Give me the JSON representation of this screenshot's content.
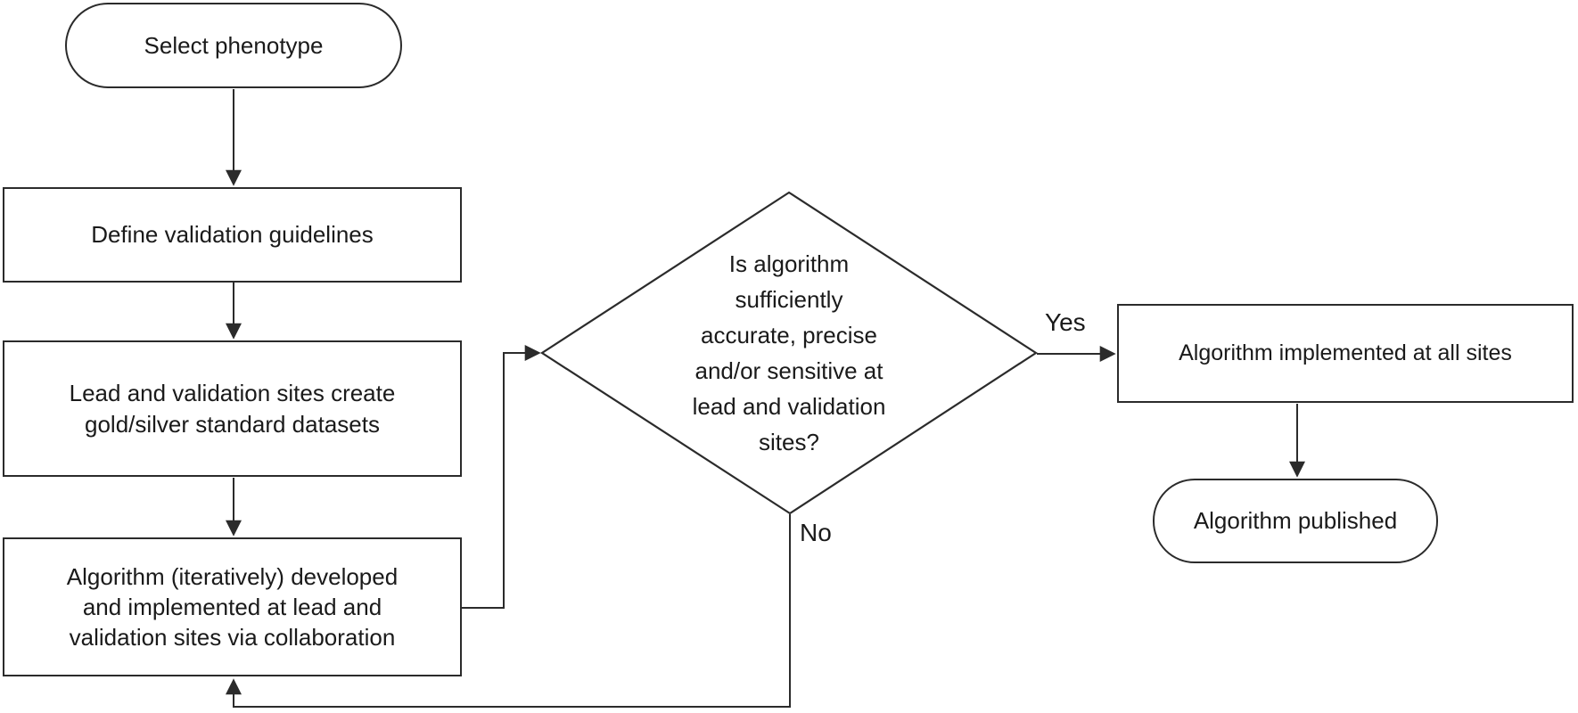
{
  "figure": {
    "background": "#ffffff",
    "stroke_color": "#2b2b2b",
    "text_color": "#1a1a1a",
    "nodes": {
      "start": {
        "type": "terminator",
        "label": "Select phenotype"
      },
      "define_guidelines": {
        "type": "process",
        "label": "Define validation guidelines"
      },
      "create_datasets": {
        "type": "process",
        "lines": [
          "Lead and validation sites create",
          "gold/silver standard datasets"
        ]
      },
      "develop_algorithm": {
        "type": "process",
        "lines": [
          "Algorithm (iteratively) developed",
          "and implemented at lead and",
          "validation sites via collaboration"
        ]
      },
      "decision": {
        "type": "decision",
        "lines": [
          "Is algorithm",
          "sufficiently",
          "accurate, precise",
          "and/or sensitive at",
          "lead and validation",
          "sites?"
        ]
      },
      "implement_all_sites": {
        "type": "process",
        "label": "Algorithm implemented at all sites"
      },
      "publish": {
        "type": "terminator",
        "label": "Algorithm published"
      }
    },
    "edge_labels": {
      "yes": "Yes",
      "no": "No"
    }
  }
}
